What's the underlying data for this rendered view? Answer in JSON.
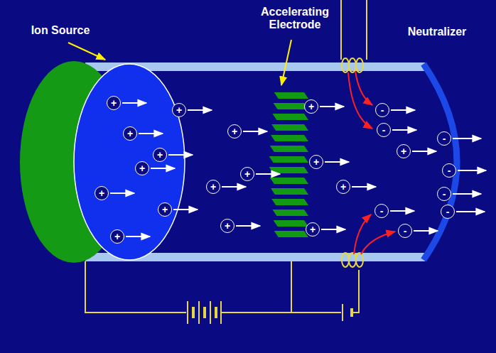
{
  "diagram": {
    "nodes": [
      {
        "text": [
          "+"
        ]
      },
      {
        "text": [
          "+"
        ]
      },
      {
        "text": [
          "+"
        ]
      },
      {
        "text": [
          "+"
        ]
      },
      {
        "text": [
          "+"
        ]
      },
      {
        "text": [
          "+"
        ]
      },
      {
        "text": [
          "+"
        ]
      },
      {
        "text": [
          "+"
        ]
      },
      {
        "text": [
          "+"
        ]
      },
      {
        "text": [
          "+"
        ]
      },
      {
        "text": [
          "+"
        ]
      },
      {
        "text": [
          "+"
        ]
      },
      {
        "text": [
          "+"
        ]
      },
      {
        "text": [
          "+"
        ]
      },
      {
        "text": [
          "+"
        ]
      },
      {
        "text": [
          "+"
        ]
      },
      {
        "text": [
          "+"
        ]
      },
      {
        "text": [
          "-"
        ]
      },
      {
        "text": [
          "-"
        ]
      },
      {
        "text": [
          "-"
        ]
      },
      {
        "text": [
          "-"
        ]
      },
      {
        "text": [
          "-"
        ]
      },
      {
        "text": [
          "-"
        ]
      },
      {
        "text": [
          "-"
        ]
      },
      {
        "text": [
          "-"
        ]
      }
    ],
    "labels": [
      "Ion Source",
      "Accelerating Electrode",
      "Neutralizer"
    ]
  }
}
